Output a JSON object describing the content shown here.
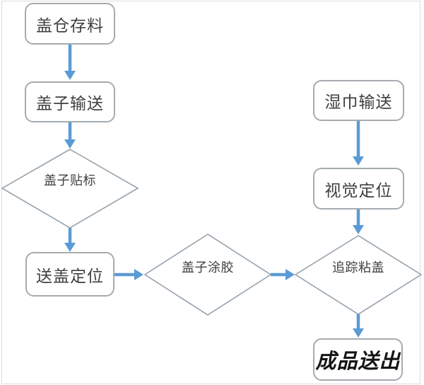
{
  "diagram": {
    "type": "flowchart",
    "colors": {
      "arrow": "#5b9bd5",
      "rect_border": "#a5abb0",
      "diamond_border": "#97a3ae",
      "text": "#3f3f3f",
      "final_text": "#141414",
      "background": "#ffffff",
      "frame_border": "#dcdcdc"
    },
    "nodes": {
      "cover_storage": {
        "label": "盖仓存料",
        "shape": "rounded-rectangle"
      },
      "cover_transport": {
        "label": "盖子输送",
        "shape": "rounded-rectangle"
      },
      "cover_labeling": {
        "label": "盖子贴标",
        "shape": "diamond"
      },
      "cover_positioning": {
        "label": "送盖定位",
        "shape": "rounded-rectangle"
      },
      "cover_gluing": {
        "label": "盖子涂胶",
        "shape": "diamond"
      },
      "wipes_transport": {
        "label": "湿巾输送",
        "shape": "rounded-rectangle"
      },
      "visual_positioning": {
        "label": "视觉定位",
        "shape": "rounded-rectangle"
      },
      "tracking_bonding": {
        "label": "追踪粘盖",
        "shape": "diamond"
      },
      "product_output": {
        "label": "成品送出",
        "shape": "rounded-rectangle"
      }
    },
    "edges": [
      {
        "from": "cover_storage",
        "to": "cover_transport"
      },
      {
        "from": "cover_transport",
        "to": "cover_labeling"
      },
      {
        "from": "cover_labeling",
        "to": "cover_positioning"
      },
      {
        "from": "cover_positioning",
        "to": "cover_gluing"
      },
      {
        "from": "cover_gluing",
        "to": "tracking_bonding"
      },
      {
        "from": "wipes_transport",
        "to": "visual_positioning"
      },
      {
        "from": "visual_positioning",
        "to": "tracking_bonding"
      },
      {
        "from": "tracking_bonding",
        "to": "product_output"
      }
    ]
  }
}
